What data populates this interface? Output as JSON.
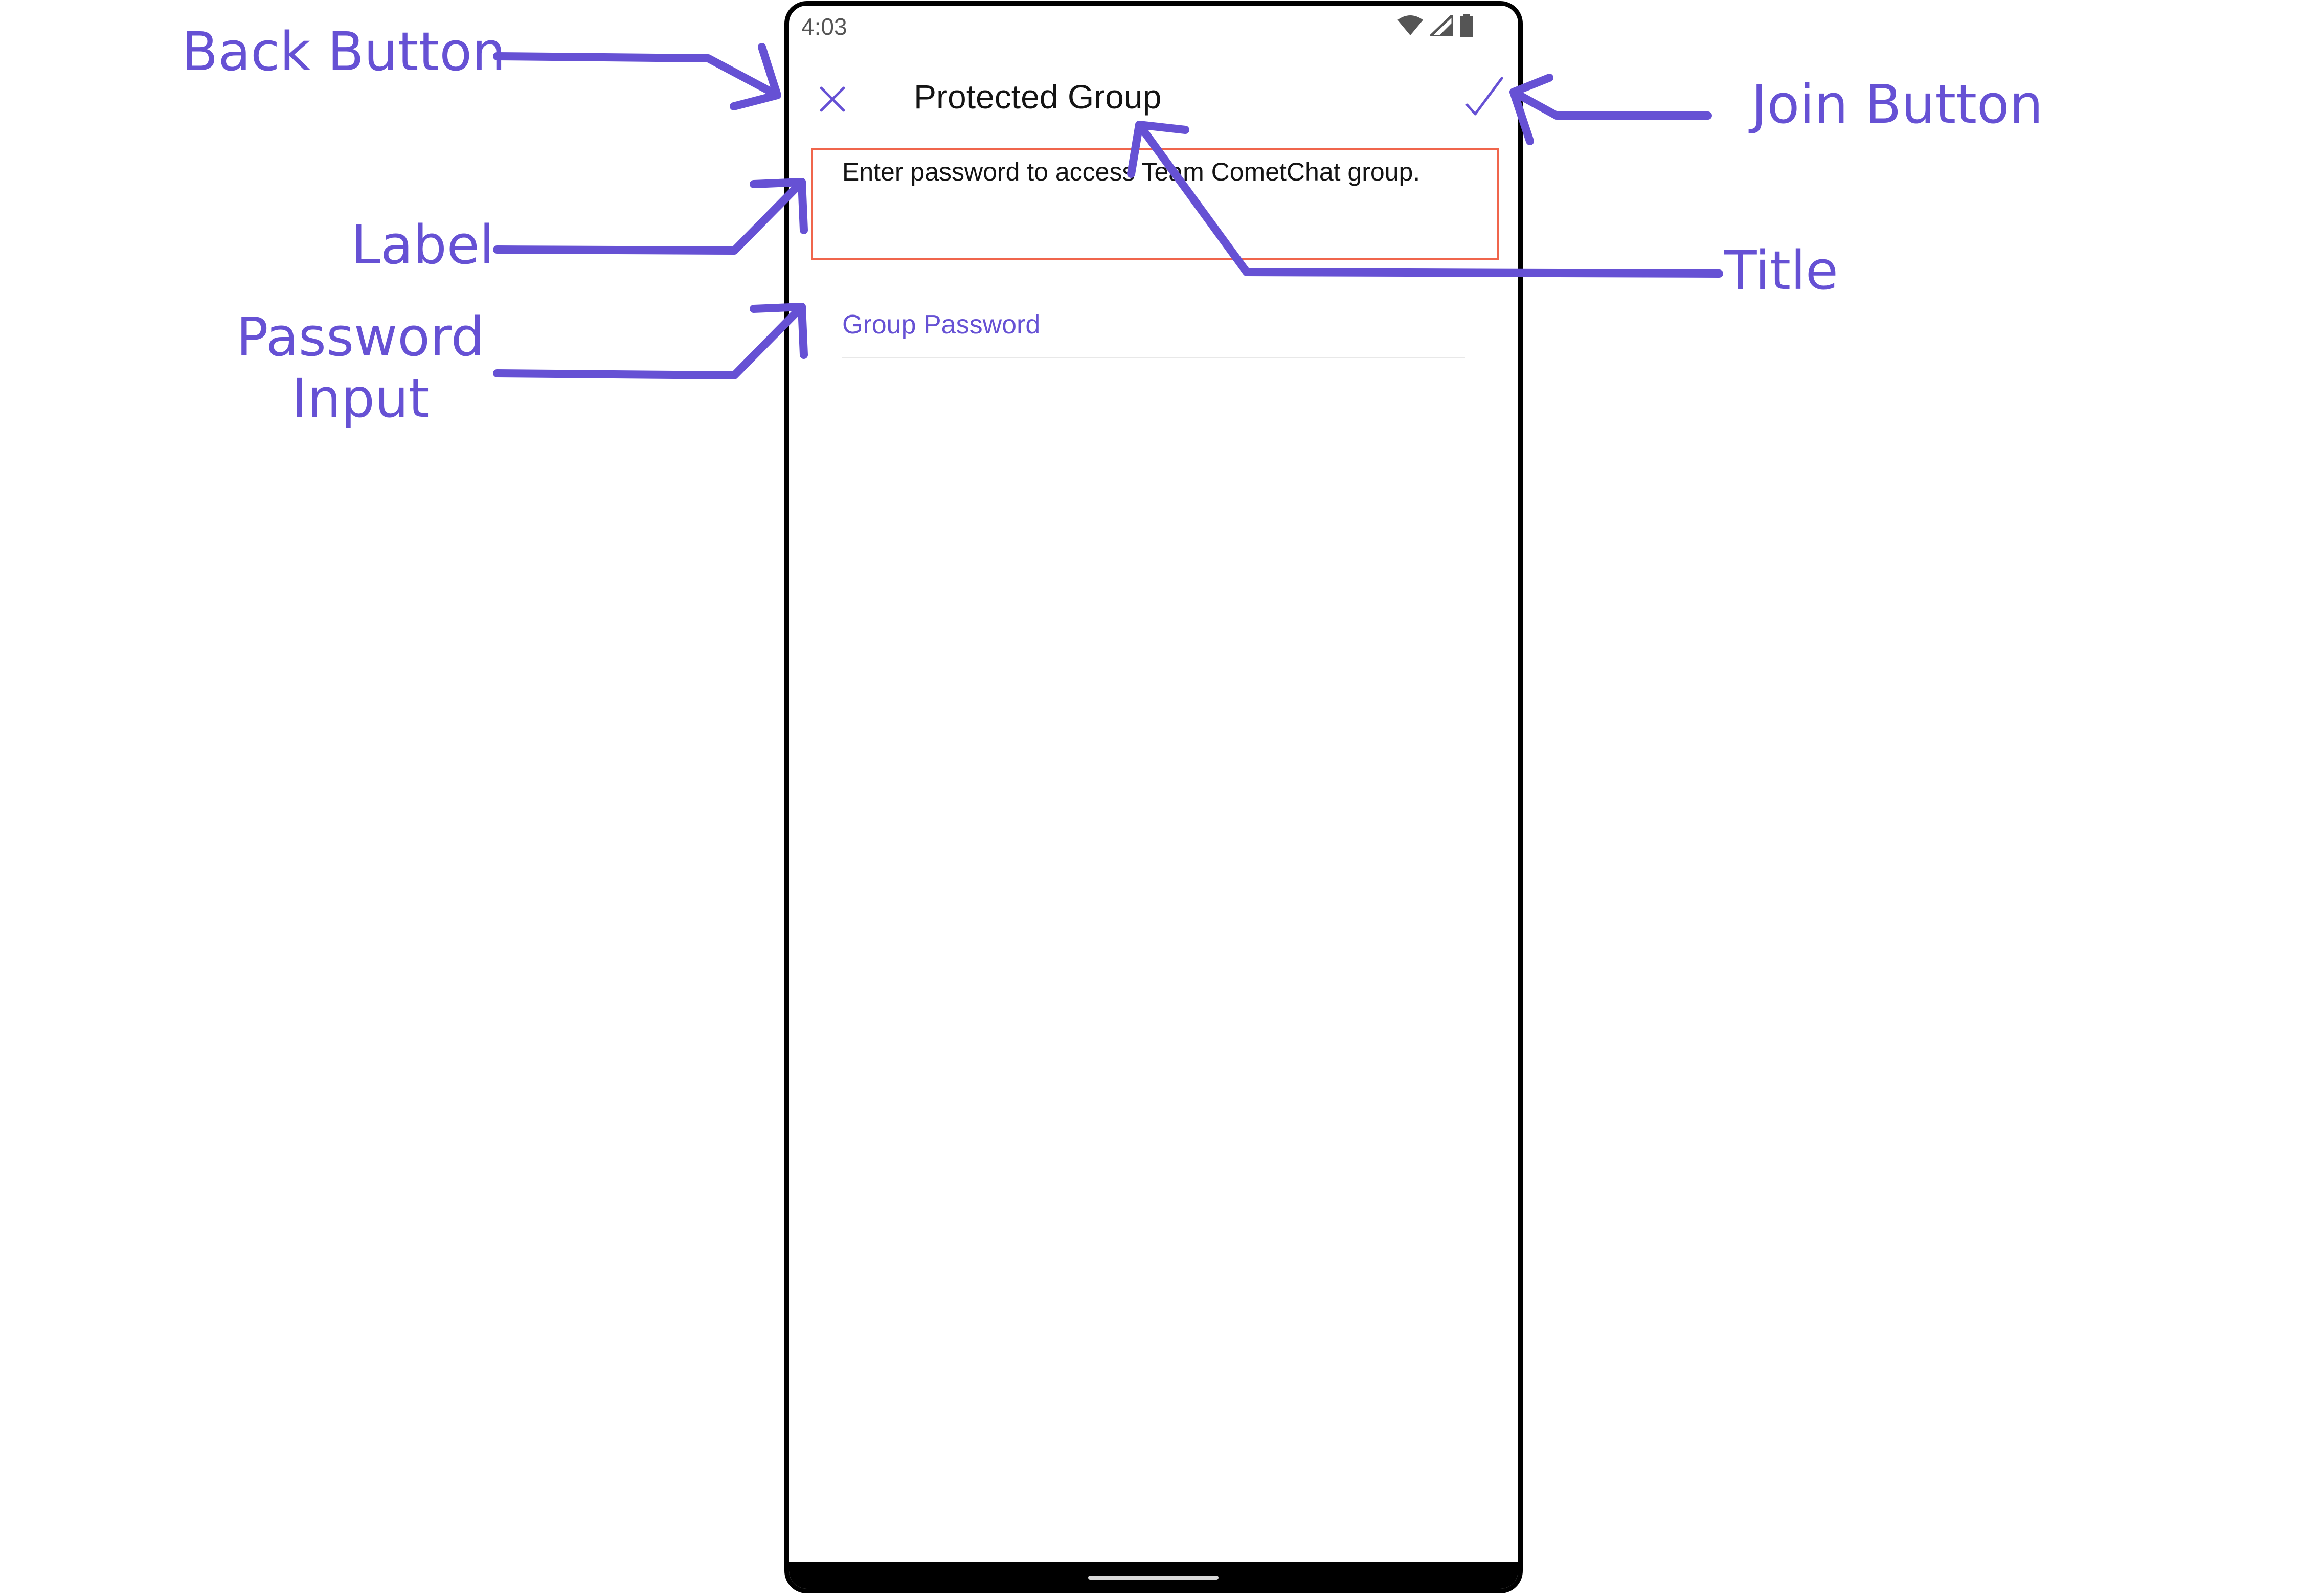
{
  "annotations": {
    "back_button": "Back Button",
    "label": "Label",
    "password_line1": "Password",
    "password_line2": "Input",
    "join_button": "Join Button",
    "title": "Title"
  },
  "status_bar": {
    "time": "4:03",
    "icons": [
      "wifi-icon",
      "signal-icon",
      "battery-icon"
    ]
  },
  "header": {
    "title": "Protected Group",
    "close_icon": "close-icon",
    "join_icon": "check-icon"
  },
  "body": {
    "label": "Enter password to access Team CometChat group.",
    "password_placeholder": "Group Password"
  },
  "colors": {
    "accent": "#6651d4",
    "highlight_border": "#f0654c",
    "text": "#141414"
  }
}
